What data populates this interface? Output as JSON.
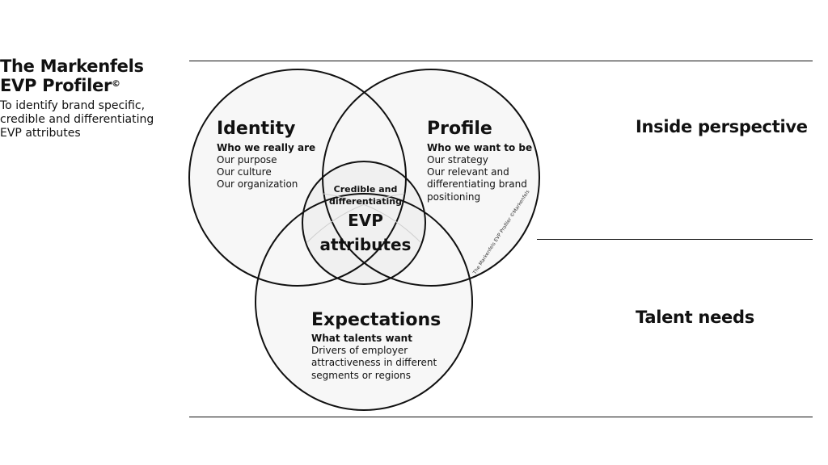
{
  "title": {
    "line1": "The Markenfels",
    "line2": "EVP Profiler",
    "mark": "©",
    "subtitle_lines": [
      "To identify brand specific,",
      "credible and differentiating",
      "EVP attributes"
    ]
  },
  "labels": {
    "inside": "Inside perspective",
    "talent": "Talent needs"
  },
  "identity": {
    "title": "Identity",
    "subtitle": "Who we really are",
    "items": [
      "Our purpose",
      "Our culture",
      "Our organization"
    ]
  },
  "profile": {
    "title": "Profile",
    "subtitle": "Who we want to be",
    "items": [
      "Our strategy",
      "Our relevant and",
      "differentiating brand",
      "positioning"
    ]
  },
  "expectations": {
    "title": "Expectations",
    "subtitle": "What talents want",
    "items": [
      "Drivers of employer",
      "attractiveness in different",
      "segments or regions"
    ]
  },
  "center": {
    "small_line1": "Credible and",
    "small_line2": "differentiating",
    "big_line1": "EVP",
    "big_line2": "attributes"
  },
  "watermark": "The Markenfels EVP Profiler ©Markenfels",
  "colors": {
    "circle_fill": "#f7f7f7",
    "overlap_fill": "#efefef",
    "stroke": "#111111"
  }
}
